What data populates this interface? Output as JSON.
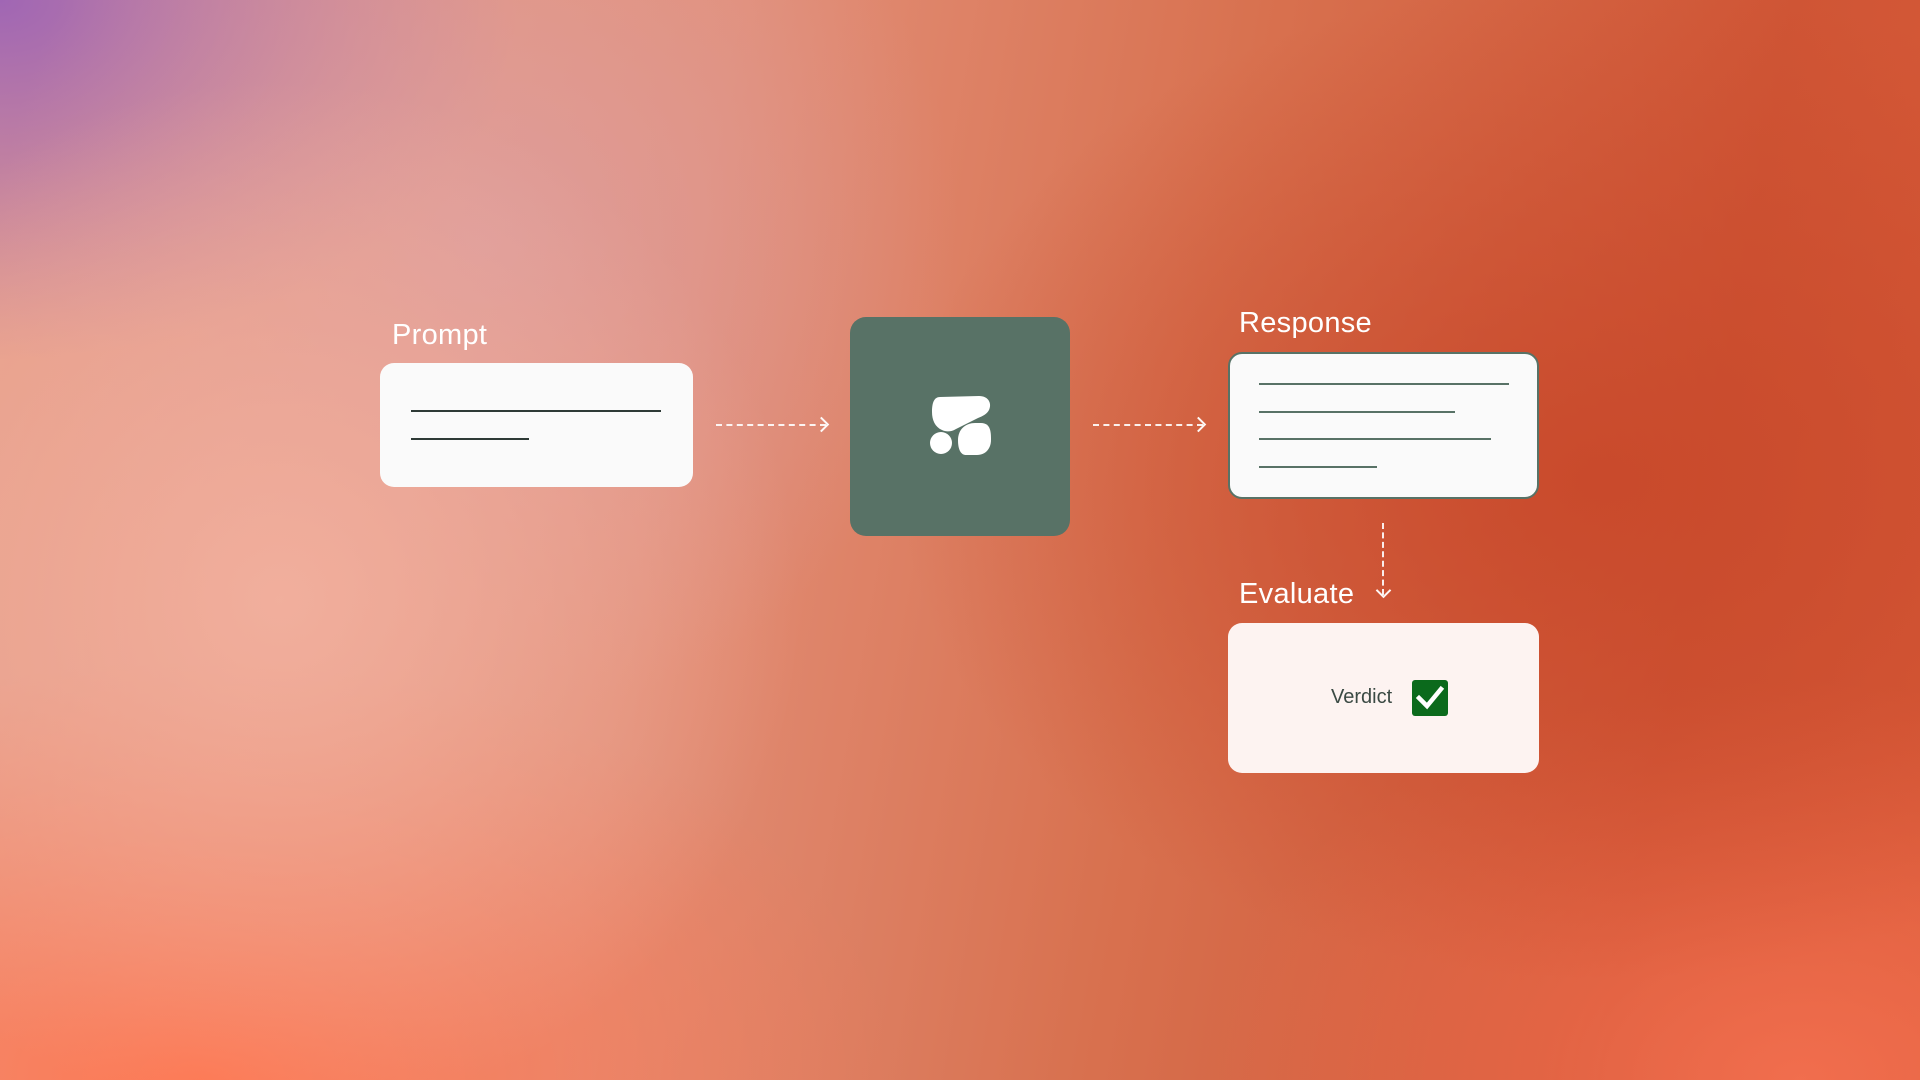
{
  "diagram": {
    "prompt": {
      "label": "Prompt"
    },
    "model": {
      "icon": "model-logo-icon"
    },
    "response": {
      "label": "Response"
    },
    "evaluate": {
      "label": "Evaluate",
      "verdict_text": "Verdict",
      "verdict_icon": "checkmark-icon"
    }
  },
  "colors": {
    "model_box": "#587266",
    "card_white": "#fafafa",
    "evaluate_card": "#fdf3f1",
    "check_green": "#0b6a1c",
    "line_dark": "#2e3a36",
    "line_response": "#587266"
  }
}
